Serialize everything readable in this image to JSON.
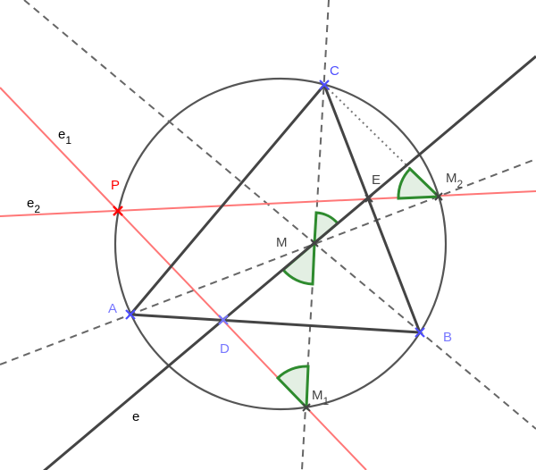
{
  "colors": {
    "point_blue": "#4d4dff",
    "label_blue": "#7777ff",
    "red": "#ff0000",
    "red_line": "#ff7777",
    "dark": "#444444",
    "angle_green": "#2e8b2e",
    "angle_fill": "#e3efe3"
  },
  "labels": {
    "C": "C",
    "A": "A",
    "B": "B",
    "D": "D",
    "E": "E",
    "M": "M",
    "M1": "M",
    "M1_sub": "1",
    "M2": "M",
    "M2_sub": "2",
    "P": "P",
    "e": "e",
    "e1": "e",
    "e1_sub": "1",
    "e2": "e",
    "e2_sub": "2"
  }
}
